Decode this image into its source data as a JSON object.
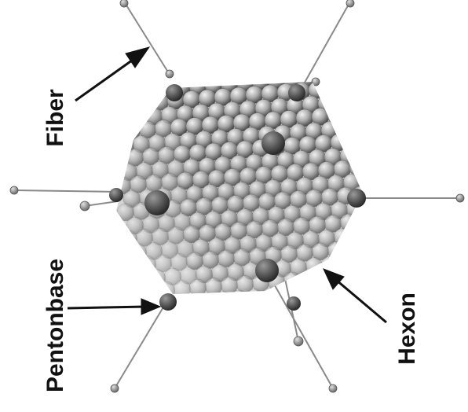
{
  "labels": {
    "fiber": "Fiber",
    "pentonbase": "Pentonbase",
    "hexon": "Hexon"
  },
  "colors": {
    "background": "#ffffff",
    "ink": "#111111",
    "fiber_line": "#8a8a8a",
    "capsid_light": "#d9d9d9",
    "capsid_dark": "#5a5a5a"
  }
}
